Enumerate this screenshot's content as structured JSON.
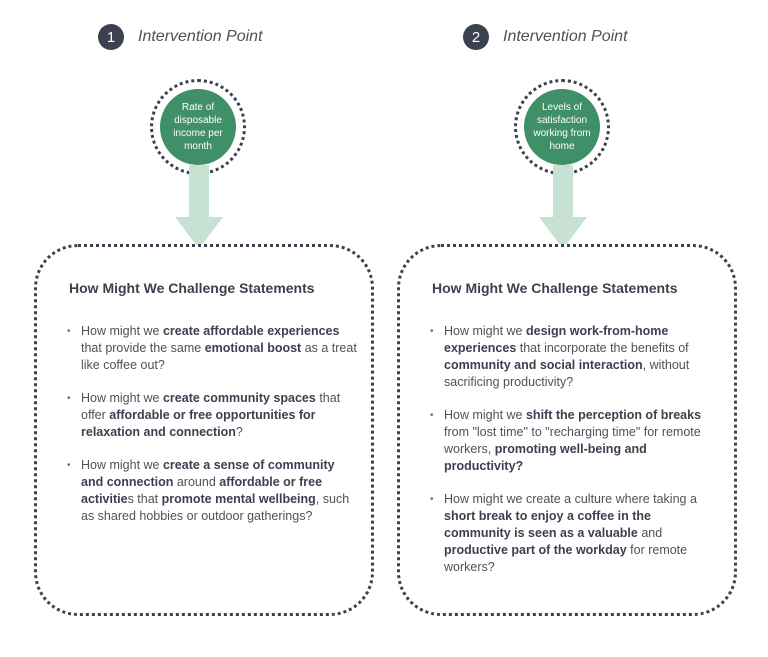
{
  "columns": [
    {
      "number": "1",
      "header_label": "Intervention Point",
      "circle_text": "Rate of disposable income per month",
      "card_title": "How Might We Challenge Statements",
      "items": [
        [
          {
            "t": "How might we ",
            "b": false
          },
          {
            "t": "create affordable experiences",
            "b": true
          },
          {
            "t": " that provide the same ",
            "b": false
          },
          {
            "t": "emotional boost",
            "b": true
          },
          {
            "t": " as a treat like coffee out?",
            "b": false
          }
        ],
        [
          {
            "t": "How might we ",
            "b": false
          },
          {
            "t": "create community spaces",
            "b": true
          },
          {
            "t": " that offer ",
            "b": false
          },
          {
            "t": "affordable or free opportunities for relaxation and connection",
            "b": true
          },
          {
            "t": "?",
            "b": false
          }
        ],
        [
          {
            "t": "How might we ",
            "b": false
          },
          {
            "t": "create a sense of community and connection",
            "b": true
          },
          {
            "t": " around ",
            "b": false
          },
          {
            "t": "affordable or free activitie",
            "b": true
          },
          {
            "t": "s that ",
            "b": false
          },
          {
            "t": "promote mental wellbeing",
            "b": true
          },
          {
            "t": ", such as shared hobbies or outdoor gatherings?",
            "b": false
          }
        ]
      ]
    },
    {
      "number": "2",
      "header_label": "Intervention Point",
      "circle_text": "Levels of satisfaction working from home",
      "card_title": "How Might We Challenge Statements",
      "items": [
        [
          {
            "t": "How might we ",
            "b": false
          },
          {
            "t": "design work-from-home experiences",
            "b": true
          },
          {
            "t": " that incorporate the benefits of ",
            "b": false
          },
          {
            "t": "community and social interaction",
            "b": true
          },
          {
            "t": ", without sacrificing productivity?",
            "b": false
          }
        ],
        [
          {
            "t": "How might we ",
            "b": false
          },
          {
            "t": "shift the perception of breaks",
            "b": true
          },
          {
            "t": " from \"lost time\" to \"recharging time\" for remote workers, ",
            "b": false
          },
          {
            "t": "promoting well-being and productivity?",
            "b": true
          }
        ],
        [
          {
            "t": "How might we create a culture where taking a ",
            "b": false
          },
          {
            "t": "short break to enjoy a coffee in the community is seen as a valuable",
            "b": true
          },
          {
            "t": " and ",
            "b": false
          },
          {
            "t": "productive part of the workday",
            "b": true
          },
          {
            "t": " for remote workers?",
            "b": false
          }
        ]
      ]
    }
  ],
  "colors": {
    "accent_green": "#3f8f67",
    "arrow_green": "#c7e2d3",
    "dark": "#3c4150"
  }
}
